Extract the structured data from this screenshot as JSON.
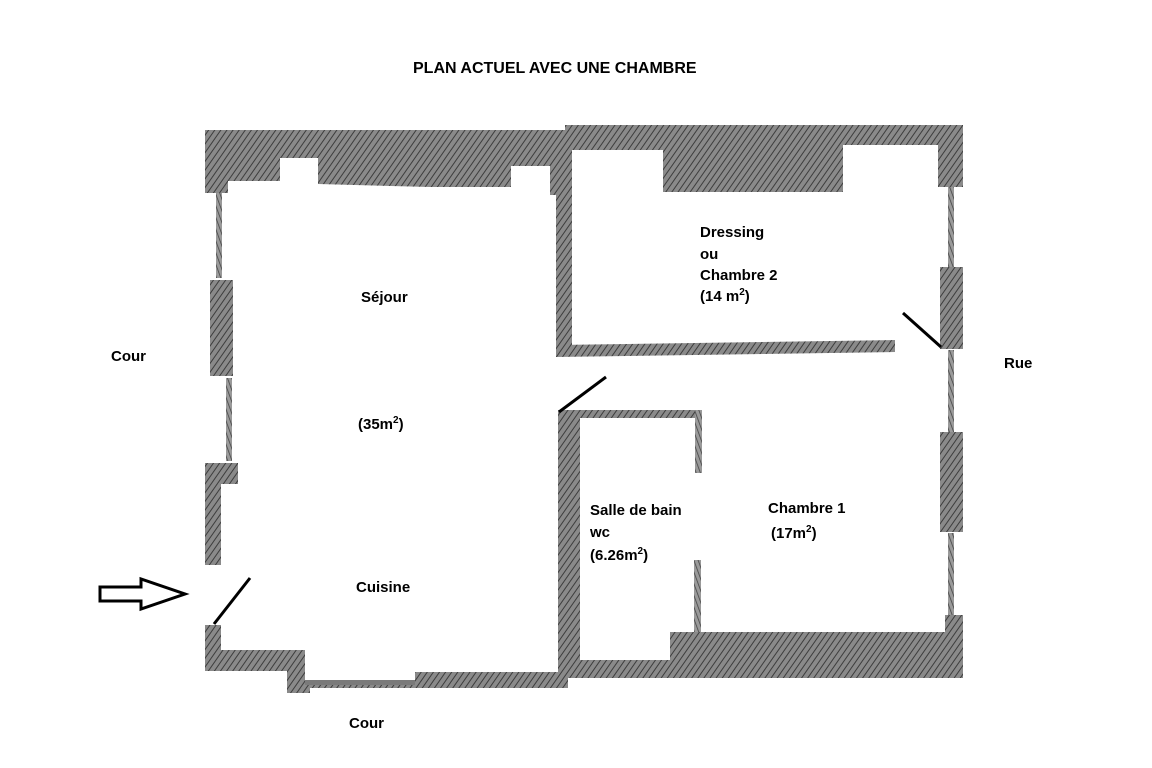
{
  "title": "PLAN ACTUEL AVEC UNE CHAMBRE",
  "rooms": {
    "sejour": {
      "name": "Séjour",
      "area": "(35m²)"
    },
    "cuisine": {
      "name": "Cuisine"
    },
    "dressing": {
      "line1": "Dressing",
      "line2": "ou",
      "line3": "Chambre 2",
      "area": "(14 m²)"
    },
    "salle_de_bain": {
      "line1": "Salle de bain",
      "line2": "wc",
      "area": "(6.26m²)"
    },
    "chambre1": {
      "name": "Chambre 1",
      "area": "(17m²)"
    }
  },
  "surroundings": {
    "cour_left": "Cour",
    "cour_bottom": "Cour",
    "rue": "Rue"
  },
  "colors": {
    "wall": "#6f6f6f",
    "wall_dark": "#3a3a3a",
    "door": "#000000",
    "text": "#000000"
  },
  "icons": {
    "entrance": "entrance-arrow-icon"
  }
}
